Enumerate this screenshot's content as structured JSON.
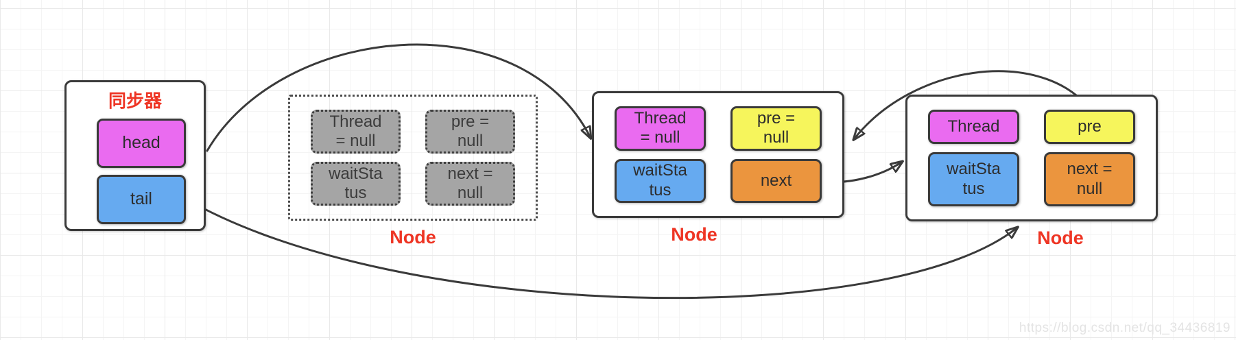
{
  "diagram": {
    "title": "AQS synchronizer queue diagram",
    "watermark": "https://blog.csdn.net/qq_34436819",
    "colors": {
      "magenta": "#ea6bf0",
      "yellow": "#f6f55c",
      "blue": "#66aaf0",
      "orange": "#eb953e",
      "gray": "#a5a5a5",
      "red_label": "#ee3524",
      "stroke": "#3a3a3a"
    },
    "sync_box": {
      "title": "同步器",
      "cells": [
        {
          "text": "head",
          "color": "magenta"
        },
        {
          "text": "tail",
          "color": "blue"
        }
      ]
    },
    "nodes": [
      {
        "label": "Node",
        "style": "dashed-placeholder",
        "cells": [
          {
            "text": "Thread\n= null",
            "color": "gray"
          },
          {
            "text": "pre =\nnull",
            "color": "gray"
          },
          {
            "text": "waitSta\ntus",
            "color": "gray"
          },
          {
            "text": "next =\nnull",
            "color": "gray"
          }
        ]
      },
      {
        "label": "Node",
        "style": "solid",
        "cells": [
          {
            "text": "Thread\n= null",
            "color": "magenta"
          },
          {
            "text": "pre =\nnull",
            "color": "yellow"
          },
          {
            "text": "waitSta\ntus",
            "color": "blue"
          },
          {
            "text": "next",
            "color": "orange"
          }
        ]
      },
      {
        "label": "Node",
        "style": "solid",
        "cells": [
          {
            "text": "Thread",
            "color": "magenta"
          },
          {
            "text": "pre",
            "color": "yellow"
          },
          {
            "text": "waitSta\ntus",
            "color": "blue"
          },
          {
            "text": "next =\nnull",
            "color": "orange"
          }
        ]
      }
    ],
    "connections": [
      {
        "id": "head-to-node2",
        "from": "sync_box.head",
        "to": "nodes.1"
      },
      {
        "id": "tail-to-node3",
        "from": "sync_box.tail",
        "to": "nodes.2"
      },
      {
        "id": "node2-next-to-node3",
        "from": "nodes.1.cells.next",
        "to": "nodes.2"
      },
      {
        "id": "node3-pre-to-node2",
        "from": "nodes.2.cells.pre",
        "to": "nodes.1"
      }
    ]
  }
}
